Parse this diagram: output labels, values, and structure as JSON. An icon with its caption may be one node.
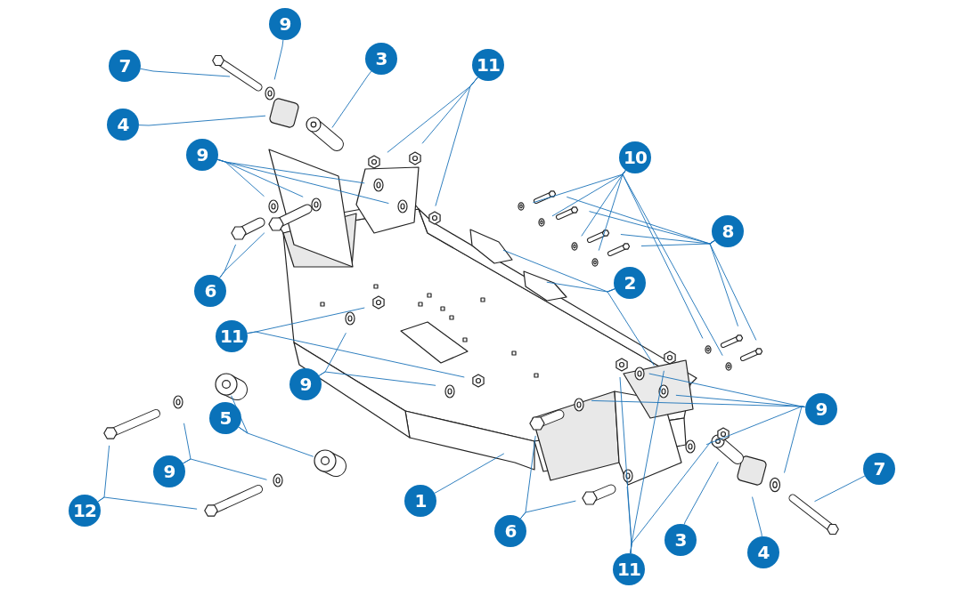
{
  "diagram": {
    "nodes": [
      {
        "text": [
          "9"
        ]
      },
      {
        "text": [
          "3"
        ]
      },
      {
        "text": [
          "11"
        ]
      },
      {
        "text": [
          "7"
        ]
      },
      {
        "text": [
          "4"
        ]
      },
      {
        "text": [
          "9"
        ]
      },
      {
        "text": [
          "10"
        ]
      },
      {
        "text": [
          "8"
        ]
      },
      {
        "text": [
          "2"
        ]
      },
      {
        "text": [
          "6"
        ]
      },
      {
        "text": [
          "11"
        ]
      },
      {
        "text": [
          "9"
        ]
      },
      {
        "text": [
          "9"
        ]
      },
      {
        "text": [
          "5"
        ]
      },
      {
        "text": [
          "7"
        ]
      },
      {
        "text": [
          "9"
        ]
      },
      {
        "text": [
          "1"
        ]
      },
      {
        "text": [
          "12"
        ]
      },
      {
        "text": [
          "6"
        ]
      },
      {
        "text": [
          "3"
        ]
      },
      {
        "text": [
          "4"
        ]
      },
      {
        "text": [
          "11"
        ]
      }
    ],
    "edges": [
      {
        "from": 0,
        "to": null,
        "arrow": "none"
      },
      {
        "from": 1,
        "to": null,
        "arrow": "none"
      },
      {
        "from": 2,
        "to": null,
        "arrow": "none"
      },
      {
        "from": 2,
        "to": null,
        "arrow": "none"
      },
      {
        "from": 2,
        "to": null,
        "arrow": "none"
      },
      {
        "from": 3,
        "to": null,
        "arrow": "none"
      },
      {
        "from": 4,
        "to": null,
        "arrow": "none"
      },
      {
        "from": 5,
        "to": null,
        "arrow": "none"
      },
      {
        "from": 5,
        "to": null,
        "arrow": "none"
      },
      {
        "from": 5,
        "to": null,
        "arrow": "none"
      },
      {
        "from": 5,
        "to": null,
        "arrow": "none"
      },
      {
        "from": 6,
        "to": null,
        "arrow": "none"
      },
      {
        "from": 6,
        "to": null,
        "arrow": "none"
      },
      {
        "from": 6,
        "to": null,
        "arrow": "none"
      },
      {
        "from": 6,
        "to": null,
        "arrow": "none"
      },
      {
        "from": 6,
        "to": null,
        "arrow": "none"
      },
      {
        "from": 6,
        "to": null,
        "arrow": "none"
      },
      {
        "from": 7,
        "to": null,
        "arrow": "none"
      },
      {
        "from": 7,
        "to": null,
        "arrow": "none"
      },
      {
        "from": 7,
        "to": null,
        "arrow": "none"
      },
      {
        "from": 7,
        "to": null,
        "arrow": "none"
      },
      {
        "from": 7,
        "to": null,
        "arrow": "none"
      },
      {
        "from": 7,
        "to": null,
        "arrow": "none"
      },
      {
        "from": 8,
        "to": null,
        "arrow": "none"
      },
      {
        "from": 8,
        "to": null,
        "arrow": "none"
      },
      {
        "from": 8,
        "to": null,
        "arrow": "none"
      },
      {
        "from": 9,
        "to": null,
        "arrow": "none"
      },
      {
        "from": 9,
        "to": null,
        "arrow": "none"
      },
      {
        "from": 10,
        "to": null,
        "arrow": "none"
      },
      {
        "from": 10,
        "to": null,
        "arrow": "none"
      },
      {
        "from": 11,
        "to": null,
        "arrow": "none"
      },
      {
        "from": 11,
        "to": null,
        "arrow": "none"
      },
      {
        "from": 12,
        "to": null,
        "arrow": "none"
      },
      {
        "from": 12,
        "to": null,
        "arrow": "none"
      },
      {
        "from": 12,
        "to": null,
        "arrow": "none"
      },
      {
        "from": 12,
        "to": null,
        "arrow": "none"
      },
      {
        "from": 12,
        "to": null,
        "arrow": "none"
      },
      {
        "from": 13,
        "to": null,
        "arrow": "none"
      },
      {
        "from": 13,
        "to": null,
        "arrow": "none"
      },
      {
        "from": 14,
        "to": null,
        "arrow": "none"
      },
      {
        "from": 15,
        "to": null,
        "arrow": "none"
      },
      {
        "from": 15,
        "to": null,
        "arrow": "none"
      },
      {
        "from": 16,
        "to": null,
        "arrow": "none"
      },
      {
        "from": 17,
        "to": null,
        "arrow": "none"
      },
      {
        "from": 17,
        "to": null,
        "arrow": "none"
      },
      {
        "from": 18,
        "to": null,
        "arrow": "none"
      },
      {
        "from": 18,
        "to": null,
        "arrow": "none"
      },
      {
        "from": 19,
        "to": null,
        "arrow": "none"
      },
      {
        "from": 20,
        "to": null,
        "arrow": "none"
      },
      {
        "from": 21,
        "to": null,
        "arrow": "none"
      },
      {
        "from": 21,
        "to": null,
        "arrow": "none"
      },
      {
        "from": 21,
        "to": null,
        "arrow": "none"
      },
      {
        "from": 21,
        "to": null,
        "arrow": "none"
      }
    ]
  }
}
